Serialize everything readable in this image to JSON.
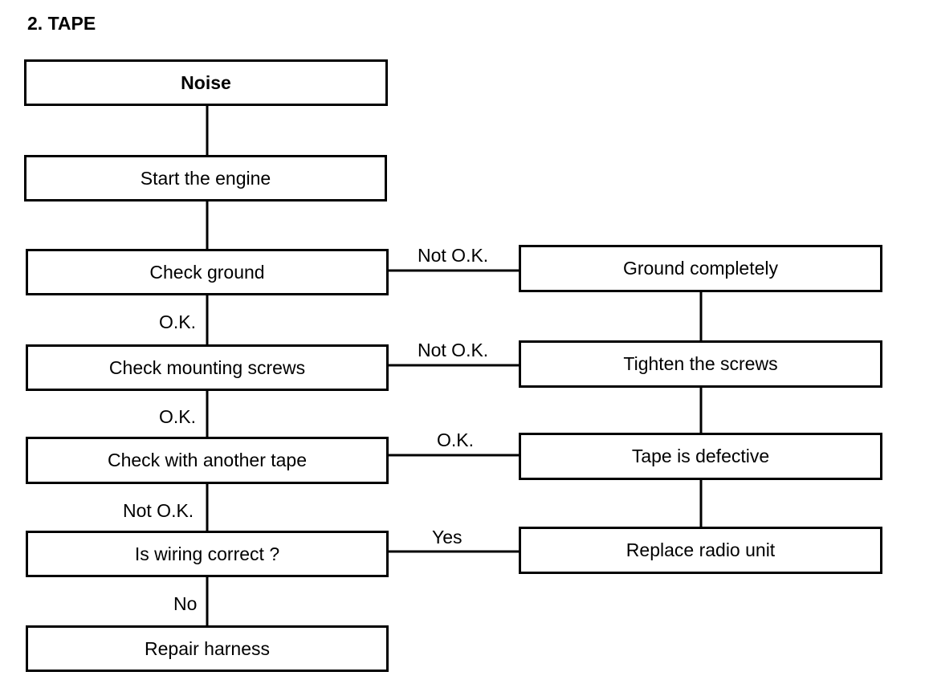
{
  "title": "2. TAPE",
  "left_column": {
    "noise": "Noise",
    "start_engine": "Start the engine",
    "check_ground": "Check ground",
    "check_mounting_screws": "Check mounting screws",
    "check_another_tape": "Check with another tape",
    "is_wiring_correct": "Is wiring correct ?",
    "repair_harness": "Repair harness"
  },
  "right_column": {
    "ground_completely": "Ground completely",
    "tighten_screws": "Tighten the screws",
    "tape_defective": "Tape is defective",
    "replace_radio": "Replace radio unit"
  },
  "edge_labels": {
    "ground_not_ok": "Not O.K.",
    "ground_ok": "O.K.",
    "screws_not_ok": "Not O.K.",
    "screws_ok": "O.K.",
    "tape_ok": "O.K.",
    "tape_not_ok": "Not O.K.",
    "wiring_yes": "Yes",
    "wiring_no": "No"
  }
}
